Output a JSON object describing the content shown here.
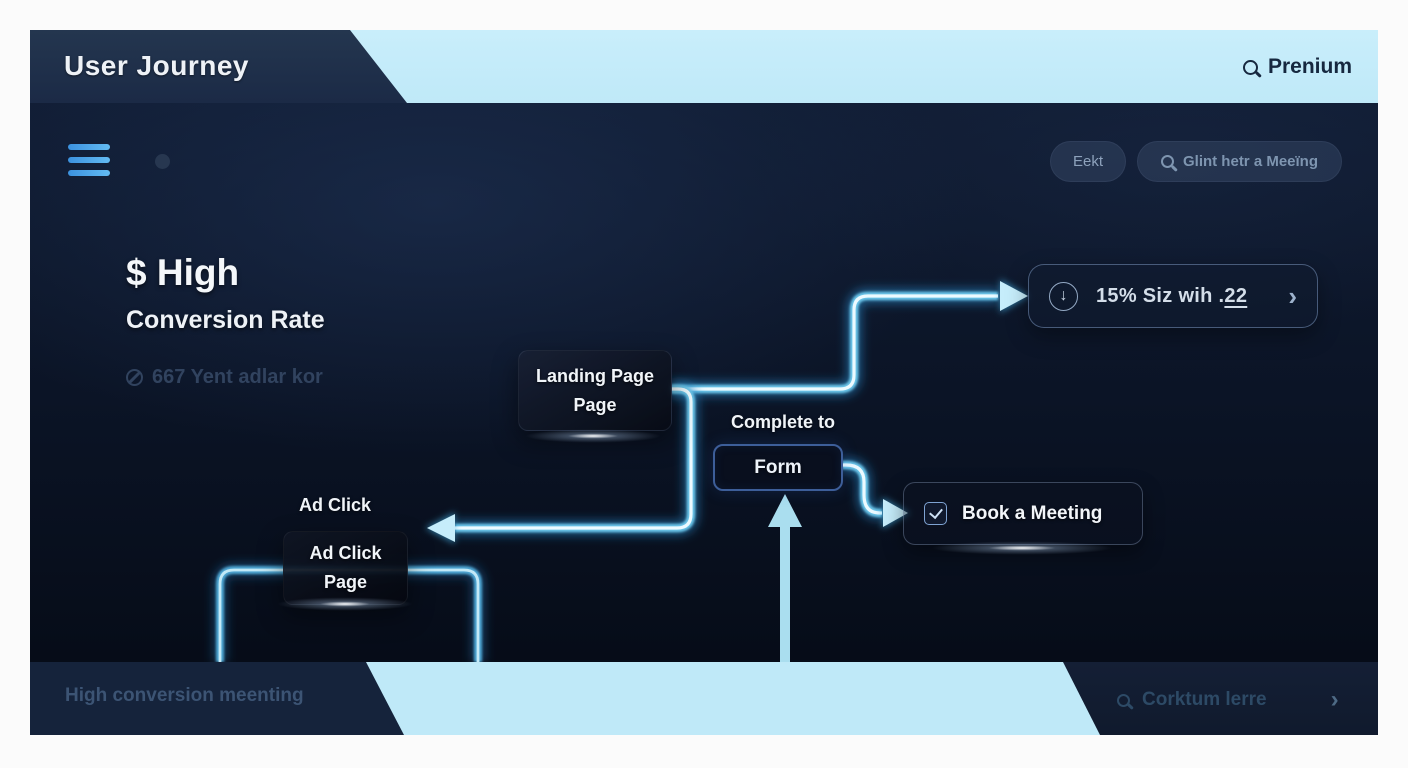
{
  "header": {
    "title": "User Journey",
    "premium_label": "Prenium"
  },
  "toolbar": {
    "filter_label": "Eekt",
    "search_label": "Glint hetr a Meeïng"
  },
  "hero": {
    "title": "$ High",
    "subtitle": "Conversion Rate",
    "meta": "667 Yent adlar kor"
  },
  "flow": {
    "landing": {
      "line1": "Landing Page",
      "line2": "Page"
    },
    "complete_label": "Complete to",
    "form_label": "Form",
    "stat": {
      "value": "15% Siz wih .",
      "value_suffix": "22"
    },
    "ad_click_label": "Ad Click",
    "ad_node": {
      "line1": "Ad Click",
      "line2": "Page"
    },
    "book_label": "Book a Meeting"
  },
  "footer": {
    "left_text": "High conversion meenting",
    "right_text": "Corktum lerre"
  },
  "glyphs": {
    "down_arrow": "↓",
    "chevron": "›"
  },
  "icons": {
    "menu": "hamburger-menu",
    "search": "magnifier",
    "stat": "circled-down-arrow",
    "meta": "percent-circle",
    "book": "calendar-check"
  },
  "colors": {
    "accent_cyan": "#8fd9f4",
    "band_blue": "#bfe9f8",
    "navy": "#1b2a46",
    "bg_dark": "#0b1426"
  }
}
